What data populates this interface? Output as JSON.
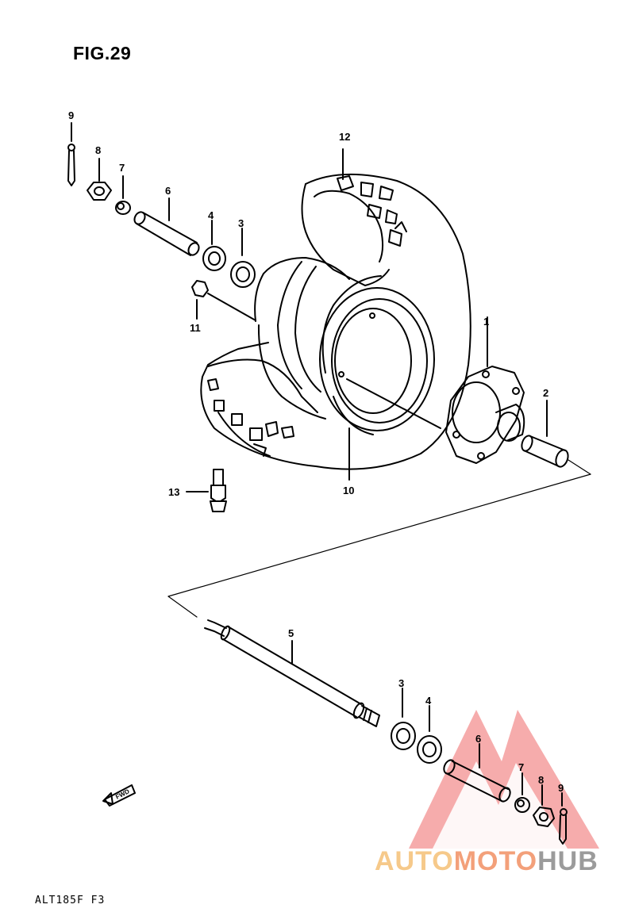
{
  "figure": {
    "title": "FIG.29",
    "model_code": "ALT185F F3"
  },
  "watermark": {
    "brand_part1": "AUTO",
    "brand_part2": "MOTO",
    "brand_part3": "HUB",
    "color_light": "#f6c98a",
    "color_red": "#f05a5a",
    "color_gray": "#9b9b9b"
  },
  "direction_badge": "FWD",
  "callouts": {
    "c1": "1",
    "c2": "2",
    "c3a": "3",
    "c3b": "3",
    "c4a": "4",
    "c4b": "4",
    "c5": "5",
    "c6a": "6",
    "c6b": "6",
    "c7a": "7",
    "c7b": "7",
    "c8a": "8",
    "c8b": "8",
    "c9a": "9",
    "c9b": "9",
    "c10": "10",
    "c11": "11",
    "c12": "12",
    "c13": "13"
  }
}
